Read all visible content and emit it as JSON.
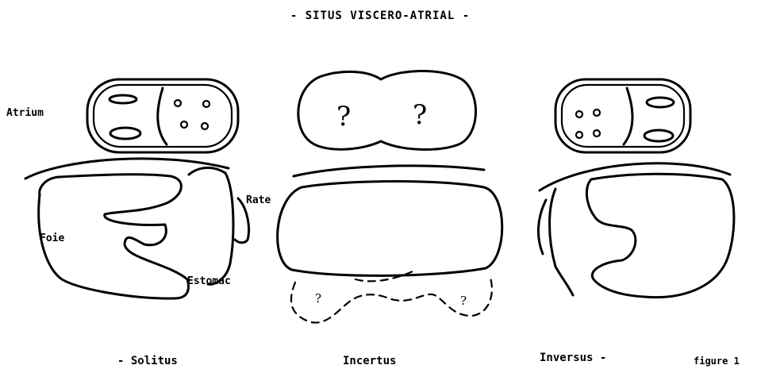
{
  "title": "- SITUS VISCERO-ATRIAL -",
  "labels": {
    "atrium": "Atrium",
    "foie": "Foie",
    "rate": "Rate",
    "estomac": "Estomac"
  },
  "unknown_mark": "?",
  "captions": {
    "solitus": "- Solitus",
    "incertus": "Incertus",
    "inversus": "Inversus -",
    "figure": "figure 1"
  }
}
